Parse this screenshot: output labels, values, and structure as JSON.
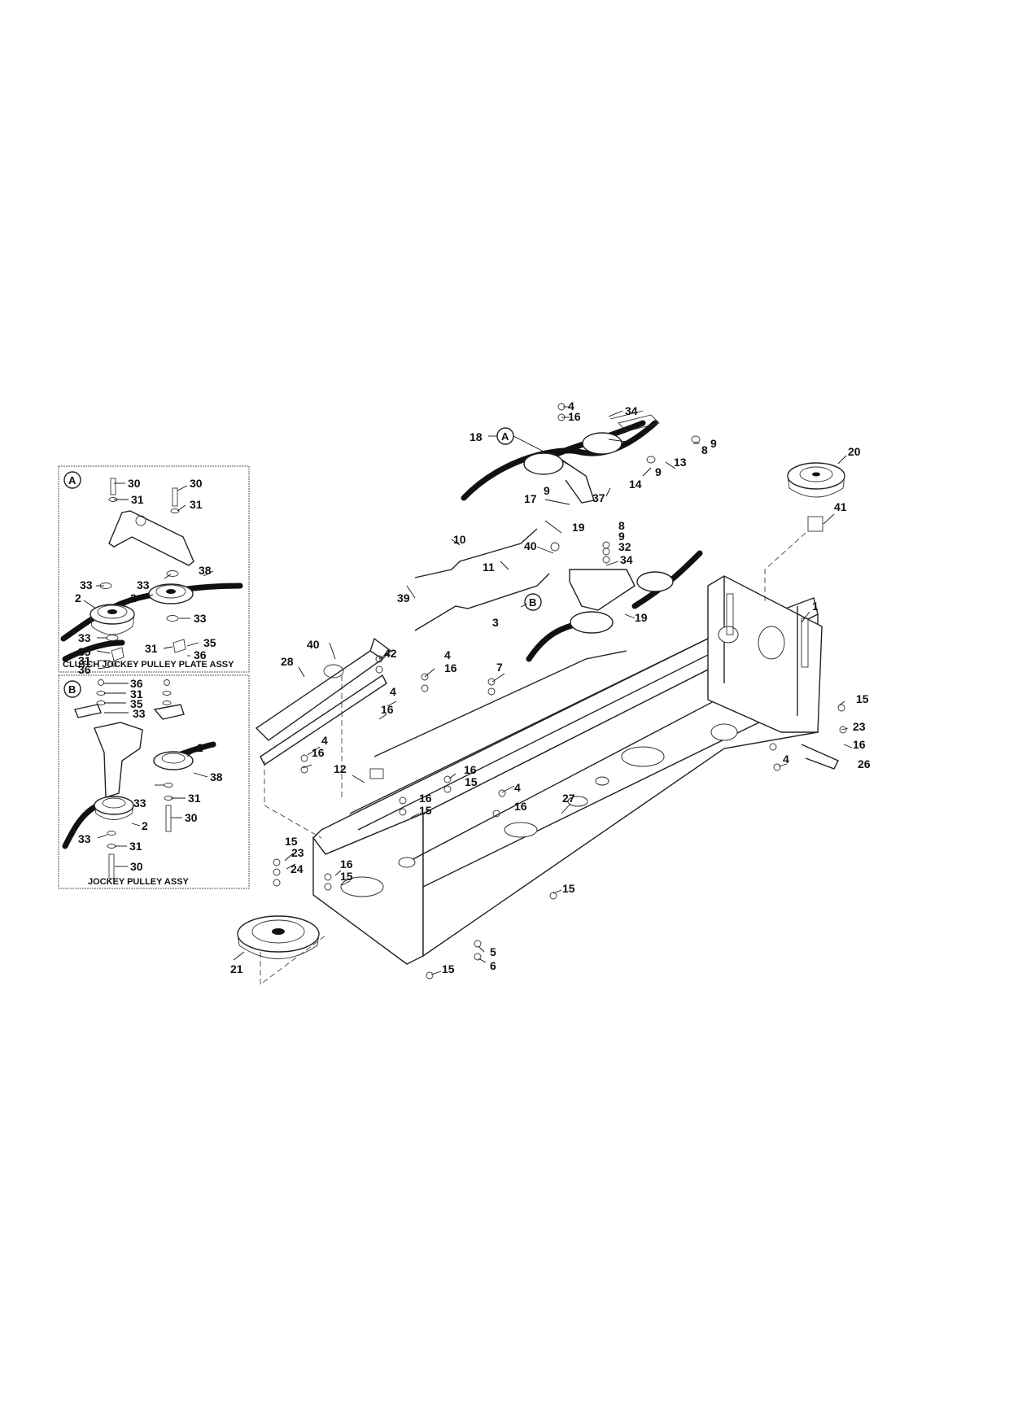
{
  "insets": {
    "a": {
      "letter": "A",
      "caption": "CLUTCH JOCKEY PULLEY PLATE ASSY",
      "labels": [
        "30",
        "31",
        "30",
        "31",
        "38",
        "33",
        "33",
        "2",
        "2",
        "33",
        "33",
        "35",
        "31",
        "36",
        "31",
        "35",
        "36"
      ]
    },
    "b": {
      "letter": "B",
      "caption": "JOCKEY PULLEY ASSY",
      "labels": [
        "36",
        "31",
        "35",
        "33",
        "2",
        "38",
        "33",
        "31",
        "30",
        "2",
        "33",
        "31",
        "30"
      ]
    }
  },
  "main": {
    "callouts": [
      "A",
      "B"
    ],
    "labels": [
      "4",
      "16",
      "34",
      "18",
      "8",
      "9",
      "13",
      "9",
      "14",
      "20",
      "9",
      "17",
      "37",
      "41",
      "8",
      "9",
      "19",
      "32",
      "40",
      "10",
      "34",
      "11",
      "39",
      "3",
      "19",
      "1",
      "40",
      "42",
      "4",
      "16",
      "28",
      "4",
      "16",
      "7",
      "4",
      "16",
      "12",
      "16",
      "15",
      "15",
      "23",
      "16",
      "4",
      "26",
      "16",
      "15",
      "4",
      "16",
      "27",
      "15",
      "23",
      "16",
      "24",
      "15",
      "15",
      "21",
      "5",
      "6",
      "15"
    ]
  },
  "colors": {
    "ink": "#111111",
    "paper": "#ffffff",
    "inset_border": "#555555"
  }
}
